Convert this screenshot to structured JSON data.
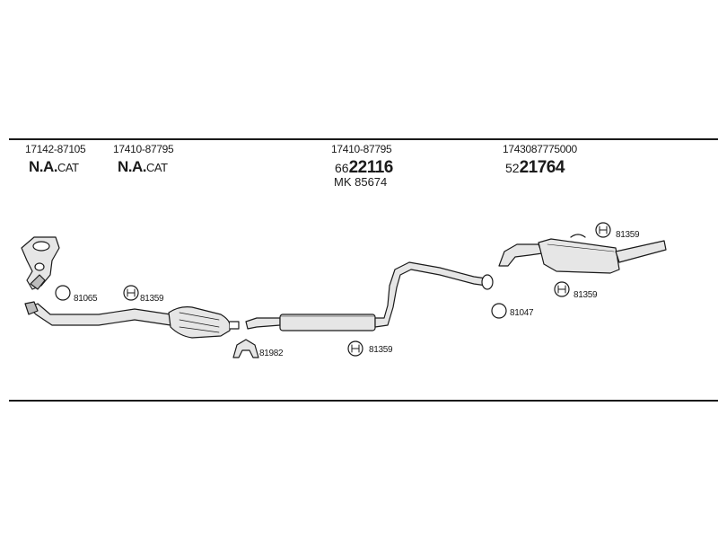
{
  "header": {
    "columns": [
      {
        "code": "17142-87105",
        "label": "N.A.",
        "suffix": "CAT"
      },
      {
        "code": "17410-87795",
        "label": "N.A.",
        "suffix": "CAT"
      },
      {
        "code": "17410-87795",
        "num_prefix": "66",
        "num_main": "22116",
        "mk": "MK  85674"
      },
      {
        "code": "1743087775000",
        "num_prefix": "52",
        "num_main": "21764"
      }
    ]
  },
  "parts": {
    "ring_81065": "81065",
    "clamp_81359_a": "81359",
    "mount_81982": "81982",
    "clamp_81359_b": "81359",
    "ring_81047": "81047",
    "clamp_81359_c": "81359",
    "clamp_81359_d": "81359"
  },
  "colors": {
    "line": "#1a1a1a",
    "part_fill": "#e6e6e6",
    "part_dark": "#9a9a9a"
  }
}
